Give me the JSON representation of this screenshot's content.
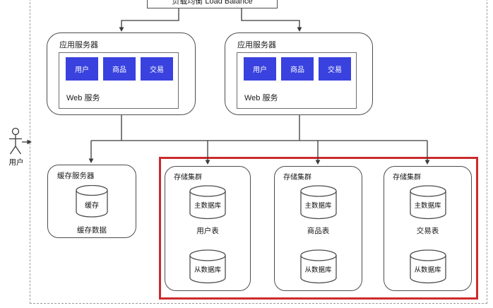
{
  "diagram": {
    "load_balancer_label": "负载均衡 Load Balance",
    "user_label": "用户",
    "app_servers": [
      {
        "title": "应用服务器",
        "services": [
          "用户",
          "商品",
          "交易"
        ],
        "web_label": "Web 服务"
      },
      {
        "title": "应用服务器",
        "services": [
          "用户",
          "商品",
          "交易"
        ],
        "web_label": "Web 服务"
      }
    ],
    "cache_server": {
      "title": "缓存服务器",
      "db_label": "缓存",
      "caption": "缓存数据"
    },
    "storage_clusters": [
      {
        "title": "存储集群",
        "master_db": "主数据库",
        "table": "用户表",
        "slave_db": "从数据库"
      },
      {
        "title": "存储集群",
        "master_db": "主数据库",
        "table": "商品表",
        "slave_db": "从数据库"
      },
      {
        "title": "存储集群",
        "master_db": "主数据库",
        "table": "交易表",
        "slave_db": "从数据库"
      }
    ],
    "colors": {
      "service_blue": "#3942DE",
      "highlight_red": "#CB2B2B",
      "line": "#3A3A3A"
    }
  }
}
